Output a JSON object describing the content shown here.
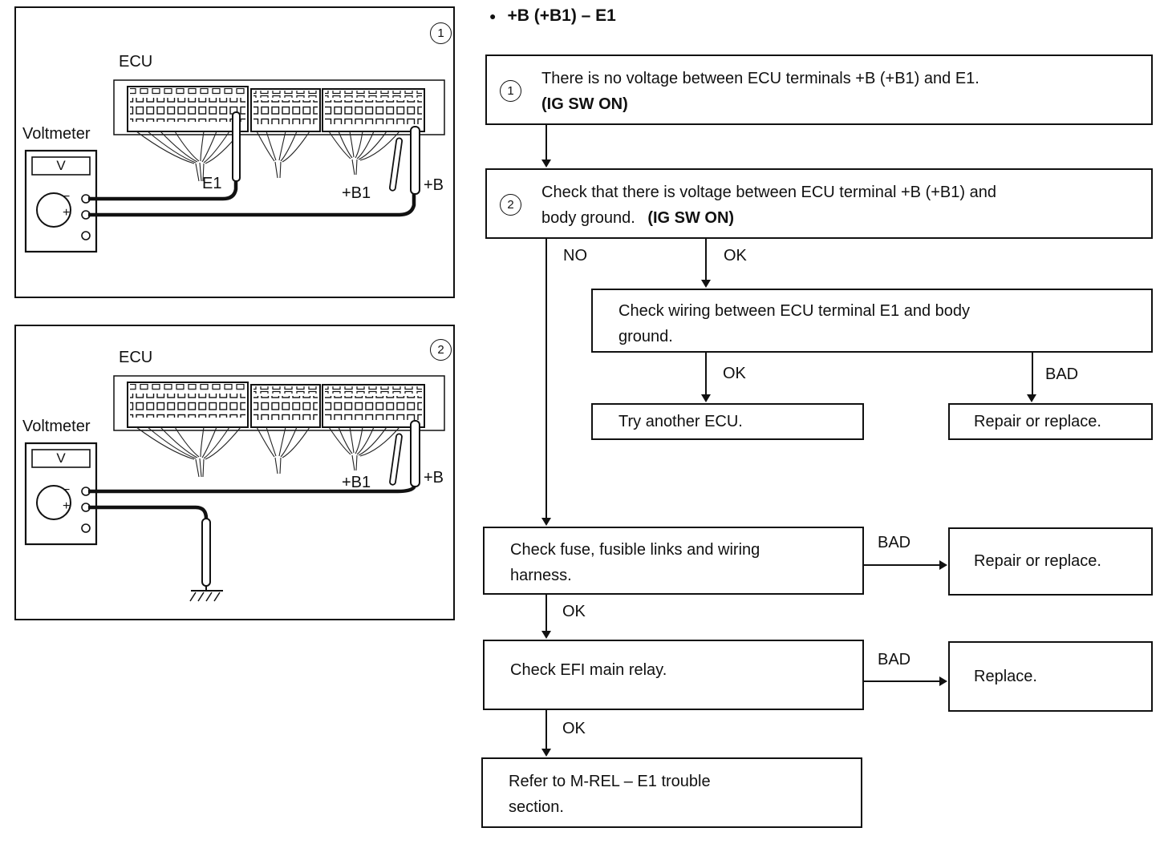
{
  "header": {
    "bullet": "●",
    "title": "+B (+B1) – E1"
  },
  "diagram1": {
    "badge": "1",
    "ecu": "ECU",
    "voltmeter": "Voltmeter",
    "meter_display": "V",
    "minus": "−",
    "plus": "+",
    "pin_e1": "E1",
    "pin_b1": "+B1",
    "pin_b": "+B"
  },
  "diagram2": {
    "badge": "2",
    "ecu": "ECU",
    "voltmeter": "Voltmeter",
    "meter_display": "V",
    "minus": "−",
    "plus": "+",
    "pin_b1": "+B1",
    "pin_b": "+B"
  },
  "flow": {
    "step1": {
      "badge": "1",
      "line1": "There is no voltage between ECU terminals +B (+B1) and E1.",
      "line2": "(IG SW ON)"
    },
    "step2": {
      "badge": "2",
      "line1": "Check that there is voltage between ECU terminal +B (+B1) and",
      "line2": "body ground.",
      "line2b": "(IG SW ON)"
    },
    "labels": {
      "no": "NO",
      "ok": "OK",
      "bad": "BAD"
    },
    "check_wiring": {
      "line1": "Check wiring between ECU terminal E1 and body",
      "line2": "ground."
    },
    "try_ecu": "Try another ECU.",
    "repair1": "Repair or replace.",
    "check_fuse": {
      "line1": "Check fuse, fusible links and wiring",
      "line2": "harness."
    },
    "repair2": "Repair or replace.",
    "check_relay": "Check EFI main relay.",
    "replace": "Replace.",
    "refer": {
      "line1": "Refer to M-REL – E1 trouble",
      "line2": "section."
    }
  }
}
